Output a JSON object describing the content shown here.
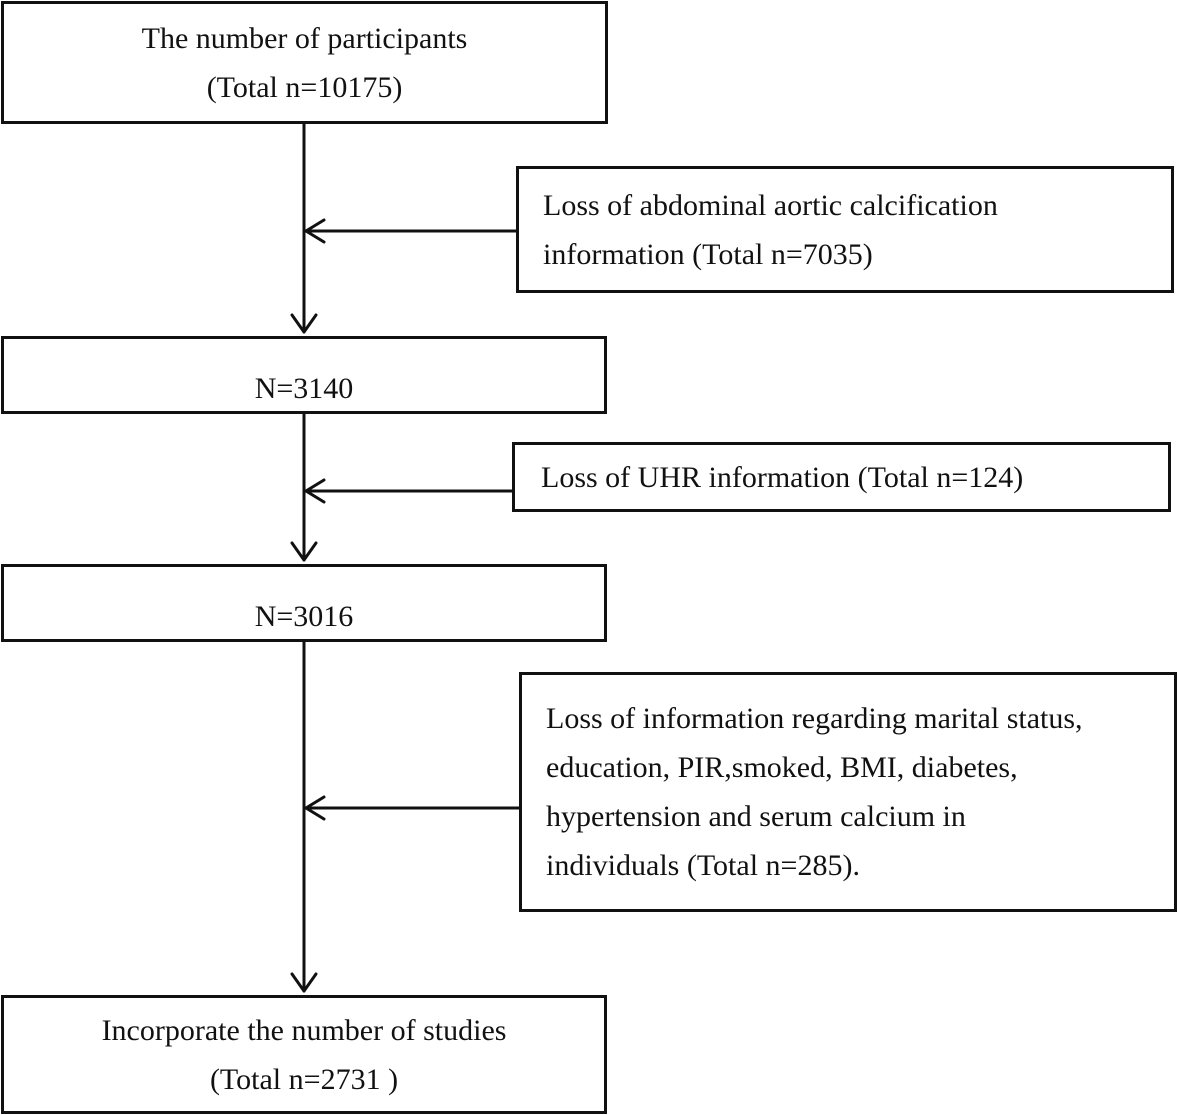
{
  "main_flow": {
    "start": {
      "line1": "The number of participants",
      "line2": "(Total n=10175)"
    },
    "step2": {
      "line1": "N=3140"
    },
    "step3": {
      "line1": "N=3016"
    },
    "final": {
      "line1": "Incorporate the number of studies",
      "line2": "(Total n=2731 )"
    }
  },
  "exclusions": [
    {
      "lines": [
        "Loss of abdominal aortic calcification",
        "information (Total n=7035)"
      ]
    },
    {
      "lines": [
        "Loss of UHR information (Total n=124)"
      ]
    },
    {
      "lines": [
        "Loss of information regarding marital status,",
        "education, PIR,smoked, BMI, diabetes,",
        "hypertension and serum calcium in",
        "individuals (Total n=285)."
      ]
    }
  ],
  "colors": {
    "stroke": "#111111",
    "background": "#ffffff"
  }
}
